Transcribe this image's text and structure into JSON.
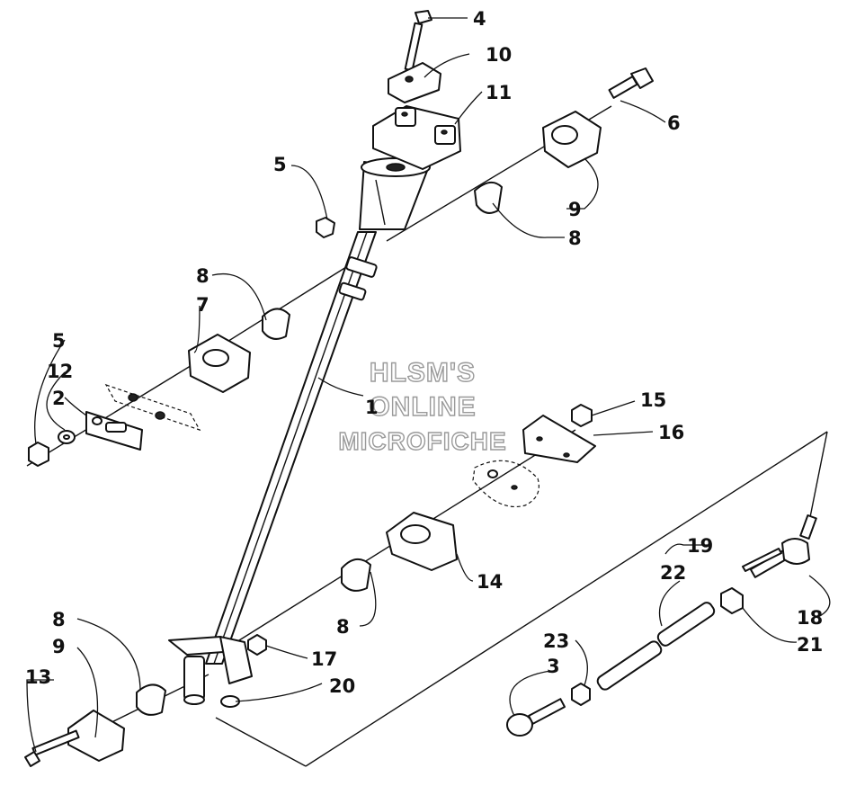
{
  "watermark": [
    "HLSM'S",
    "ONLINE",
    "MICROFICHE"
  ],
  "callouts": {
    "c1": "1",
    "c2": "2",
    "c3": "3",
    "c4": "4",
    "c5a": "5",
    "c5b": "5",
    "c6": "6",
    "c7": "7",
    "c8a": "8",
    "c8b": "8",
    "c8c": "8",
    "c8d": "8",
    "c9a": "9",
    "c9b": "9",
    "c10": "10",
    "c11": "11",
    "c12": "12",
    "c13": "13",
    "c14": "14",
    "c15": "15",
    "c16": "16",
    "c17": "17",
    "c18": "18",
    "c19": "19",
    "c20": "20",
    "c21": "21",
    "c22": "22",
    "c23": "23"
  }
}
